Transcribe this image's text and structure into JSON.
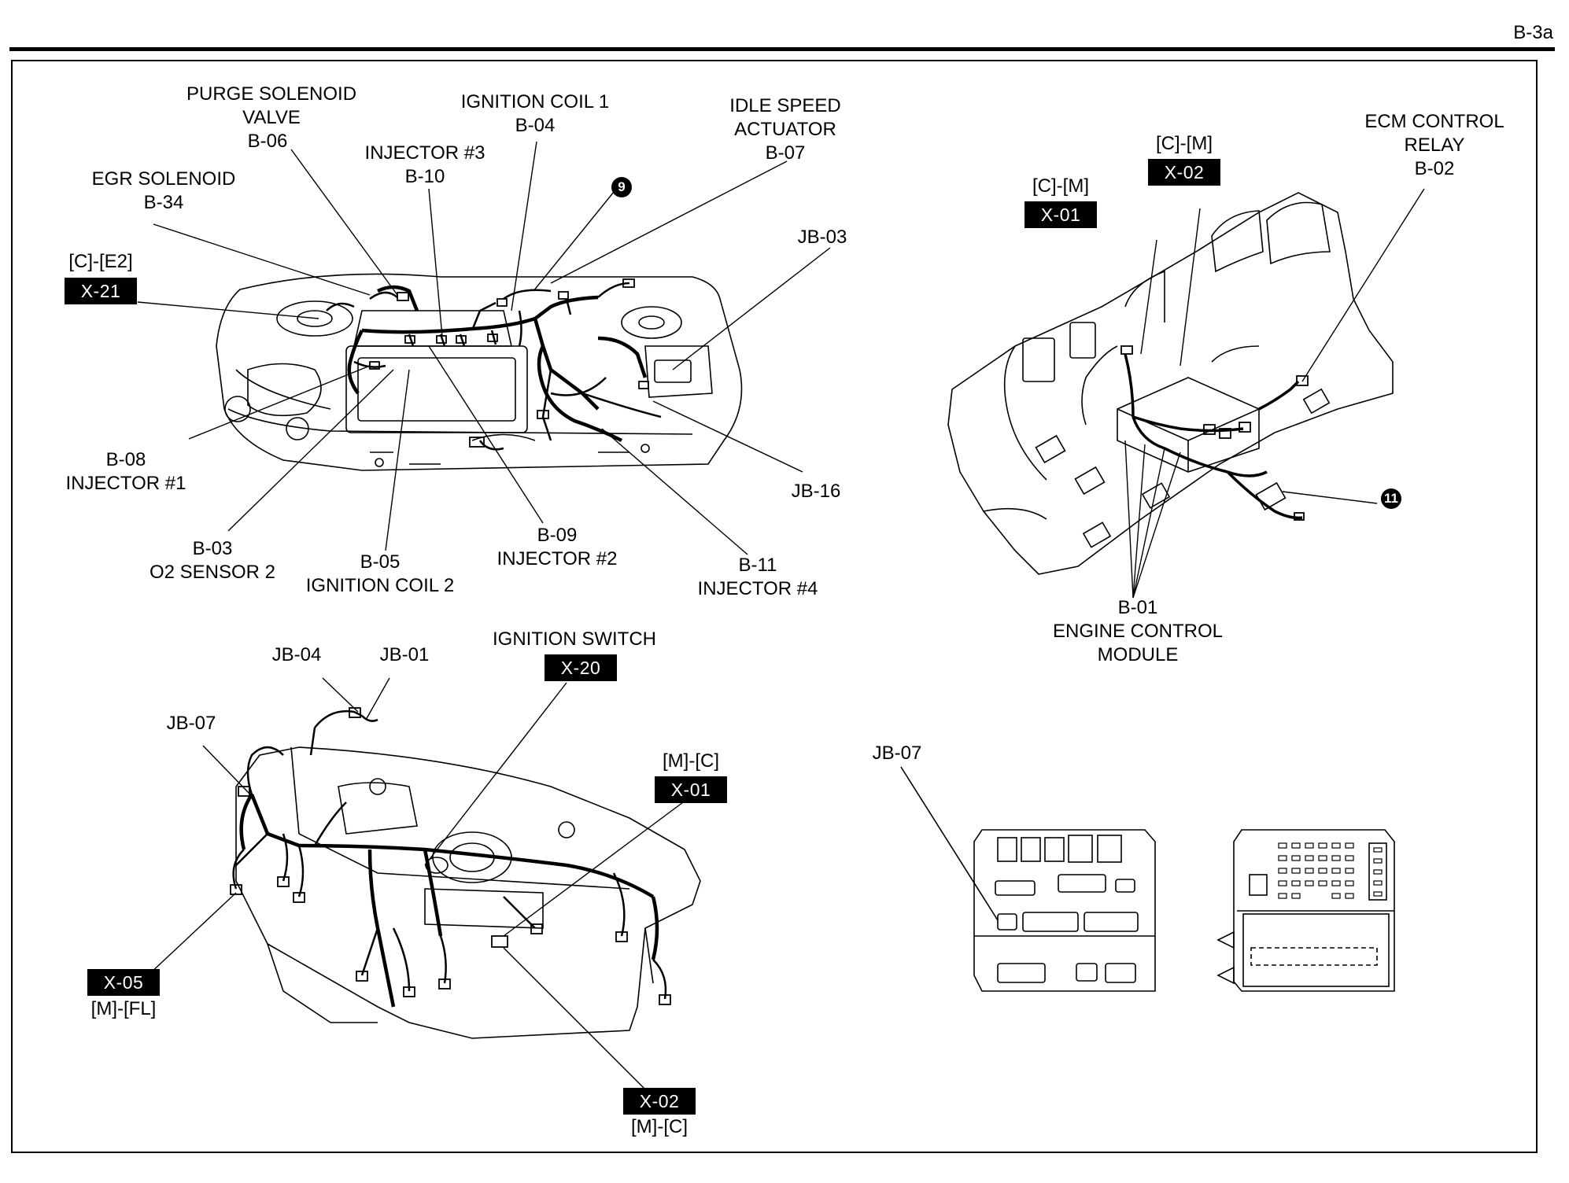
{
  "page_number": "B-3a",
  "engine_bay": {
    "labels": {
      "purge_1": "PURGE SOLENOID",
      "purge_2": "VALVE",
      "purge_3": "B-06",
      "coil1_1": "IGNITION COIL 1",
      "coil1_2": "B-04",
      "isa_1": "IDLE SPEED",
      "isa_2": "ACTUATOR",
      "isa_3": "B-07",
      "inj3_1": "INJECTOR #3",
      "inj3_2": "B-10",
      "egr_1": "EGR SOLENOID",
      "egr_2": "B-34",
      "jb03": "JB-03",
      "x21_1": "[C]-[E2]",
      "x21_tag": "X-21",
      "inj1_1": "B-08",
      "inj1_2": "INJECTOR #1",
      "o2_1": "B-03",
      "o2_2": "O2 SENSOR 2",
      "coil2_1": "B-05",
      "coil2_2": "IGNITION COIL 2",
      "inj2_1": "B-09",
      "inj2_2": "INJECTOR #2",
      "inj4_1": "B-11",
      "inj4_2": "INJECTOR #4",
      "jb16": "JB-16",
      "bullet9": "9"
    }
  },
  "ecm_area": {
    "labels": {
      "x02_1": "[C]-[M]",
      "x02_tag": "X-02",
      "x01_1": "[C]-[M]",
      "x01_tag": "X-01",
      "relay_1": "ECM CONTROL",
      "relay_2": "RELAY",
      "relay_3": "B-02",
      "ecm_1": "B-01",
      "ecm_2": "ENGINE CONTROL",
      "ecm_3": "MODULE",
      "bullet11": "11"
    }
  },
  "dash": {
    "labels": {
      "jb04": "JB-04",
      "jb01": "JB-01",
      "jb07": "JB-07",
      "ign_sw": "IGNITION SWITCH",
      "x20_tag": "X-20",
      "x01_1": "[M]-[C]",
      "x01_tag": "X-01",
      "x05_tag": "X-05",
      "x05_2": "[M]-[FL]",
      "x02_tag": "X-02",
      "x02_2": "[M]-[C]"
    }
  },
  "junction_block": {
    "labels": {
      "jb07": "JB-07"
    }
  }
}
